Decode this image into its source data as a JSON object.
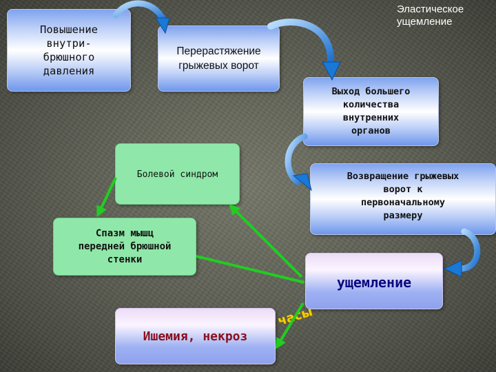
{
  "labels": {
    "elastic_title": "Эластическое\nущемление",
    "hours": "часы"
  },
  "nodes": {
    "pressure": "Повышение\nвнутри-\nбрюшного\nдавления",
    "overstretch": "Перерастяжение\nгрыжевых ворот",
    "exit": "Выход большего\nколичества\nвнутренних\nорганов",
    "pain": "Болевой синдром",
    "return": "Возвращение грыжевых\nворот к\nпервоначальному\nразмеру",
    "spasm": "Спазм мышц\nпередней брюшной\nстенки",
    "strangulation": "ущемление",
    "ischemia": "Ишемия, некроз"
  },
  "colors": {
    "blue_arrow": "#1a78d6",
    "green_arrow": "#22cc22",
    "hours_text": "#f7d000"
  }
}
